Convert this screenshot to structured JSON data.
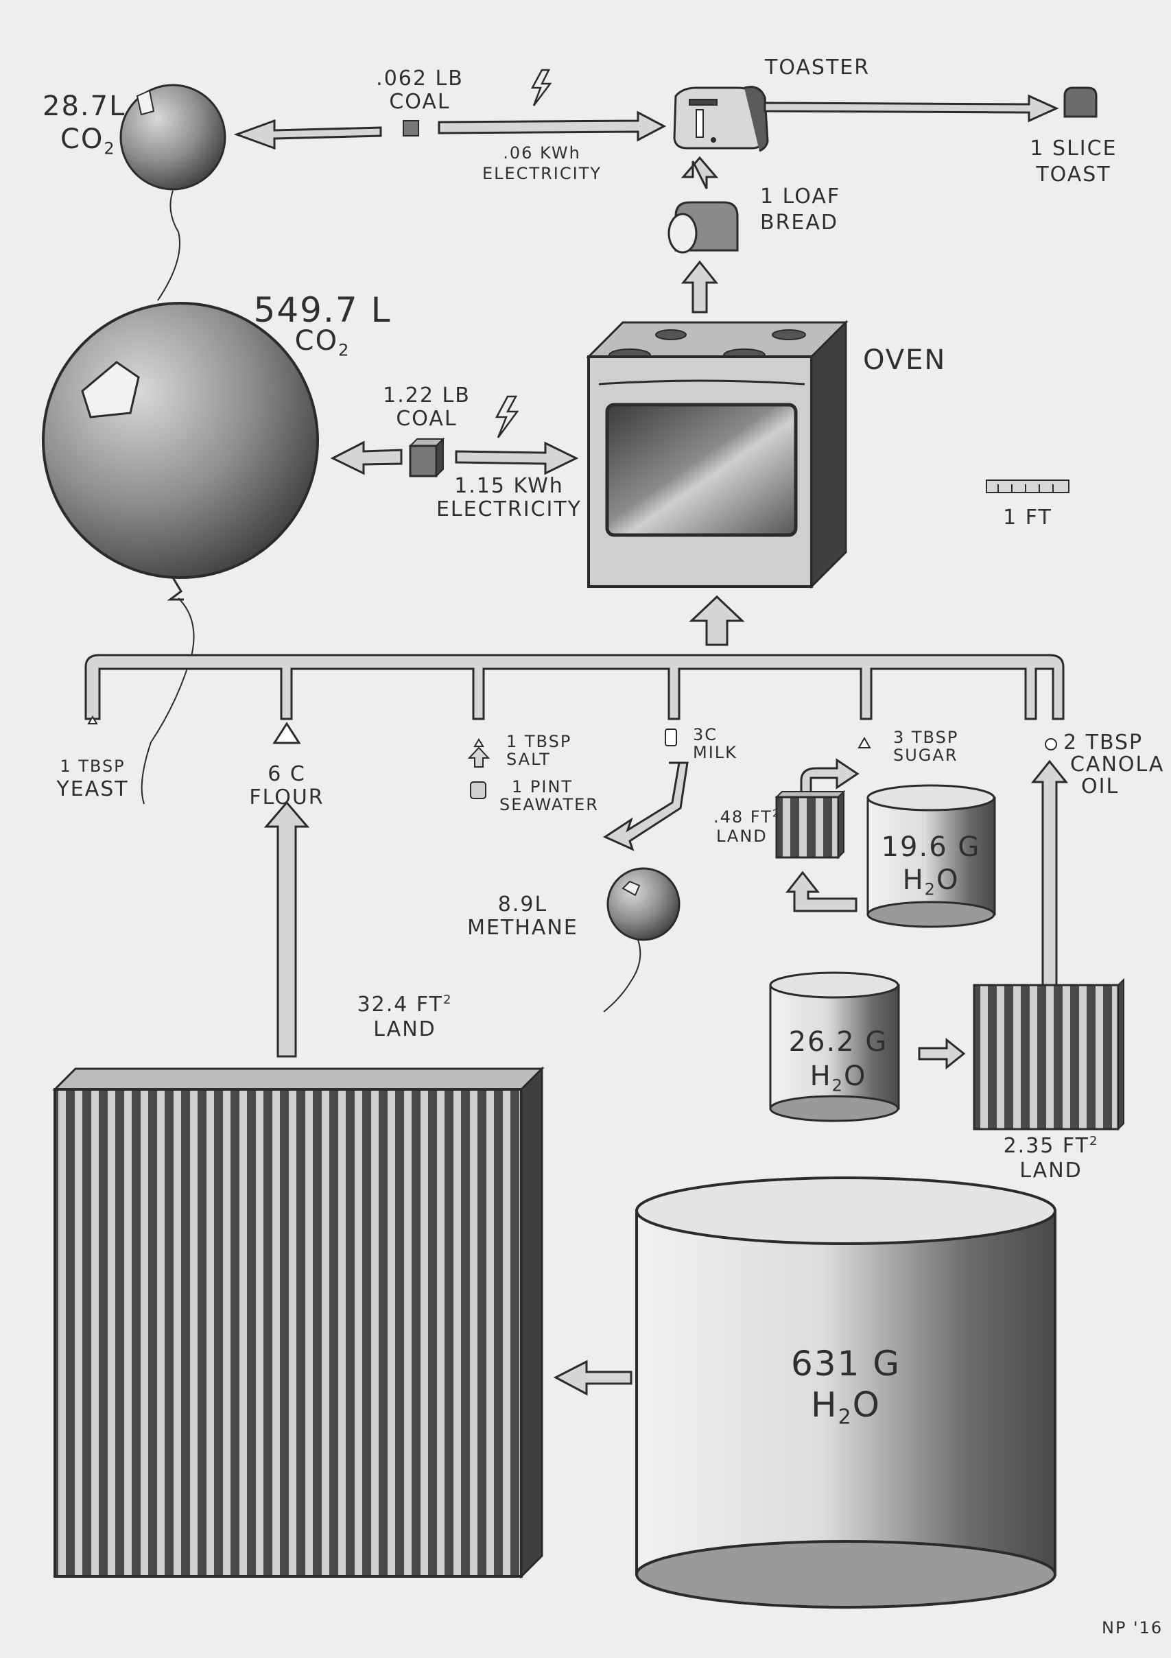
{
  "toast_stage": {
    "balloon": {
      "amount": "28.7L",
      "gas": "CO",
      "gas_sub": "2"
    },
    "coal": "0.062 LB COAL",
    "coal_amount": ".062 LB",
    "coal_label": "COAL",
    "electricity_amount": ".06 KWh",
    "electricity_label": "ELECTRICITY",
    "toaster_label": "TOASTER",
    "output_amount": "1 SLICE",
    "output_label": "TOAST"
  },
  "bread": {
    "amount": "1 LOAF",
    "label": "BREAD"
  },
  "oven_stage": {
    "balloon": {
      "amount": "549.7 L",
      "gas": "CO",
      "gas_sub": "2"
    },
    "coal_amount": "1.22 LB",
    "coal_label": "COAL",
    "electricity_amount": "1.15 KWh",
    "electricity_label": "ELECTRICITY",
    "oven_label": "OVEN"
  },
  "scale": {
    "label": "1 FT"
  },
  "ingredients": {
    "yeast": {
      "amount": "1 TBSP",
      "label": "YEAST"
    },
    "flour": {
      "amount": "6 C",
      "label": "FLOUR"
    },
    "salt": {
      "amount": "1 TBSP",
      "label": "SALT"
    },
    "seawater": {
      "amount": "1 PINT",
      "label": "SEAWATER"
    },
    "milk": {
      "amount": "3C",
      "label": "MILK"
    },
    "sugar": {
      "amount": "3 TBSP",
      "label": "SUGAR"
    },
    "oil": {
      "amount": "2 TBSP",
      "label": "CANOLA",
      "label2": "OIL"
    }
  },
  "methane": {
    "amount": "8.9L",
    "label": "METHANE"
  },
  "sugar_land": {
    "amount": ".48 FT",
    "exp": "2",
    "label": "LAND"
  },
  "sugar_water": {
    "amount": "19.6 G",
    "chem": "H",
    "chem_sub": "2",
    "chem_end": "O"
  },
  "flour_land": {
    "amount": "32.4 FT",
    "exp": "2",
    "label": "LAND"
  },
  "oil_water": {
    "amount": "26.2 G",
    "chem": "H",
    "chem_sub": "2",
    "chem_end": "O"
  },
  "oil_land": {
    "amount": "2.35 FT",
    "exp": "2",
    "label": "LAND"
  },
  "flour_water": {
    "amount": "631 G",
    "chem": "H",
    "chem_sub": "2",
    "chem_end": "O"
  },
  "signature": "NP '16",
  "colors": {
    "paper": "#eeeeec",
    "pencil": "#2b2b2b",
    "shade": "#5a5a5a"
  }
}
